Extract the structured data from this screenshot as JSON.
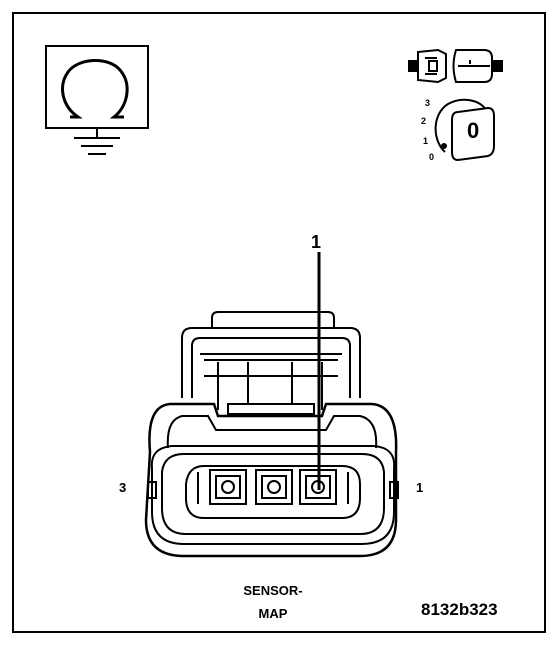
{
  "callout": {
    "number": "1"
  },
  "pins": {
    "left_label": "3",
    "right_label": "1"
  },
  "caption": {
    "line1": "SENSOR-",
    "line2": "MAP"
  },
  "reference_code": "8132b323",
  "ignition": {
    "positions": [
      "3",
      "2",
      "1",
      "0"
    ],
    "key_label": "0"
  },
  "icons": {
    "meter": "ohmmeter-ground-icon",
    "connector": "disconnected-connector-icon",
    "ignition": "ignition-key-off-icon"
  },
  "colors": {
    "line": "#000000",
    "background": "#ffffff"
  }
}
